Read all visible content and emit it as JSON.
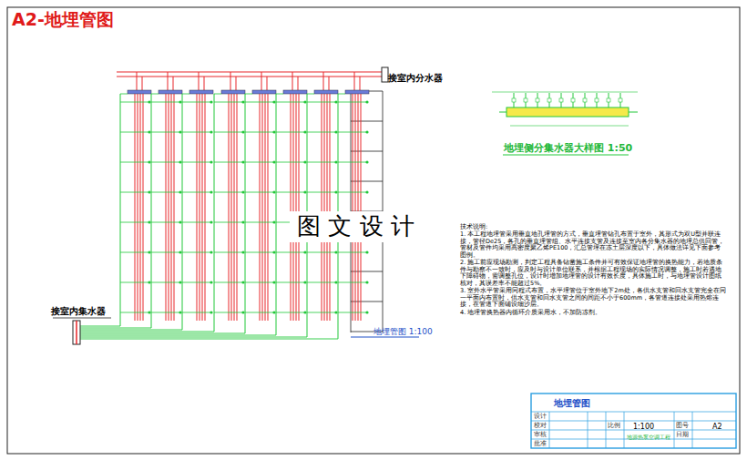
{
  "diagram": {
    "title": "A2-地埋管图",
    "labels": [
      "接室内分水器",
      "接室内集水器",
      "地埋管图 1:100",
      "地埋侧分集水器大样图 1:50",
      "图 文 设 计",
      "技术说明:",
      "1. 本工程地埋管采用垂直地孔埋管的方式，垂直埋管钻孔布置于室外，其形式为双U型并联连接，管径De25，各孔的垂直埋管组、水平连接支管及连接至室内各分集水器的地埋总供回管，管材及管件均采用高密度聚乙烯PE100，汇总管埋在冻土层深度以下，具体做法详见下面参考图例。",
      "2. 施工前应现场勘测，判定工程具备钻凿施工条件并可有效保证地埋管的换热能力，若地质条件与勘察不一致时，应及时与设计单位联系，并根据工程现场的实际情况调整，施工时若遇地下障碍物，需调整孔位，设计时增加地埋管的设计有效长度，具体施工时，与地埋管设计图纸核对，其误差率不能超过5%。",
      "3. 室外水平管采用同程式布置，水平埋管位于室外地下2m处，各供水支管和回水支管完全在同一平面内布置时，供水支管和回水支管之间的间距不小于600mm，各管道连接处采用热熔连接，在管道下面铺设细沙层。",
      "4. 地埋管换热器内循环介质采用水，不加防冻剂。",
      "地埋管图",
      "1:100",
      "A2",
      "设计",
      "校对",
      "审核",
      "批准",
      "比例",
      "图号",
      "日期",
      "地源热泵空调工程"
    ]
  }
}
